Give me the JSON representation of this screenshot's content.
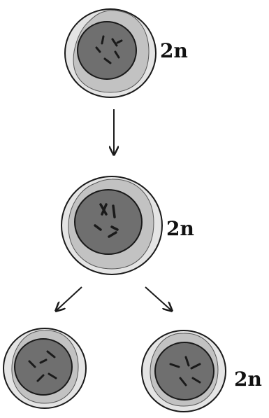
{
  "labels": {
    "top_cell": "2n",
    "middle_cell": "2n",
    "bottom_right_cell": "2n"
  },
  "colors": {
    "outer_membrane_fill": "#e4e4e4",
    "cytoplasm_fill": "#c2c2c2",
    "nucleus_fill": "#6f6f6f",
    "nucleus_inner": "#585858",
    "chromosome": "#1a1a1a",
    "outline": "#1a1a1a",
    "text": "#111111"
  }
}
